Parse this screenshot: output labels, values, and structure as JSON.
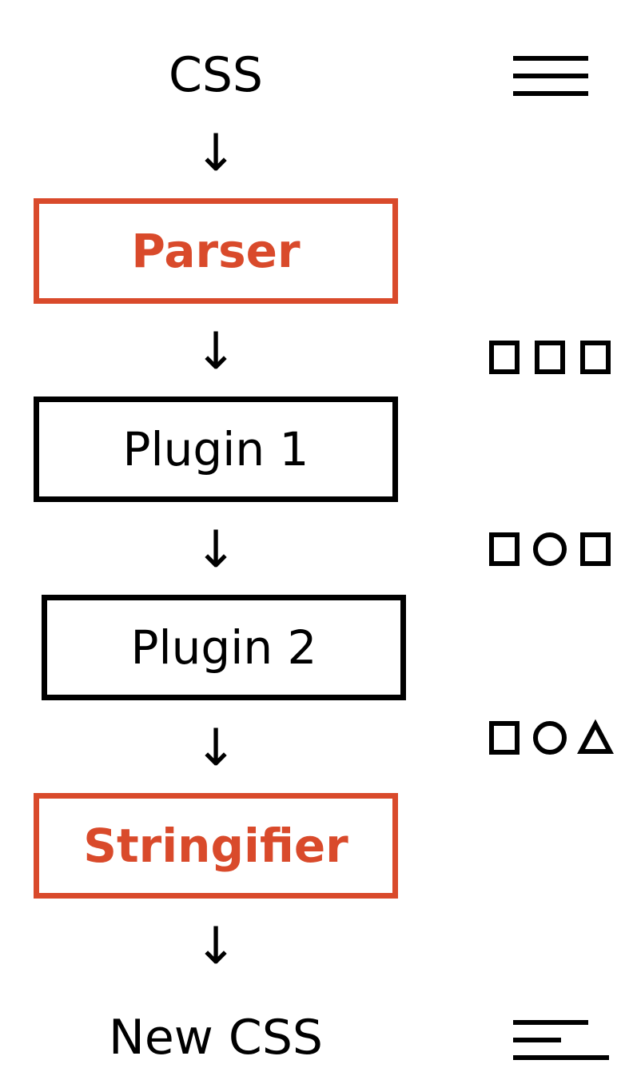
{
  "diagram": {
    "input": "CSS",
    "arrow": "↓",
    "steps": [
      {
        "label": "Parser",
        "accent": true
      },
      {
        "label": "Plugin 1",
        "accent": false
      },
      {
        "label": "Plugin 2",
        "accent": false
      },
      {
        "label": "Stringifier",
        "accent": true
      }
    ],
    "output": "New CSS"
  },
  "side_glyphs": {
    "input": "lines-icon",
    "after_parser": [
      "square",
      "square",
      "square"
    ],
    "after_plugin_1": [
      "square",
      "circle",
      "square"
    ],
    "after_plugin_2": [
      "square",
      "circle",
      "triangle"
    ],
    "output": "ragged-lines-icon"
  },
  "colors": {
    "accent": "#d94a2b",
    "ink": "#000000",
    "background": "#ffffff"
  }
}
